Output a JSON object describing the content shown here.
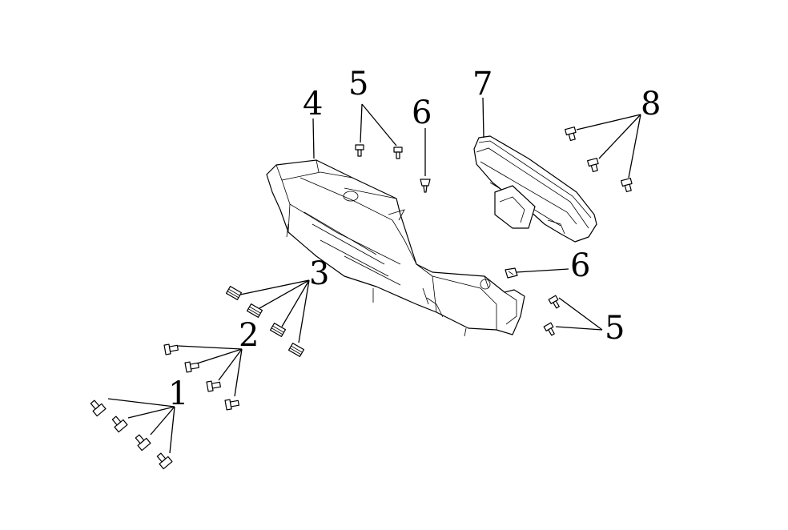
{
  "labels": {
    "l1": "1",
    "l2": "2",
    "l3": "3",
    "l4": "4",
    "l5a": "5",
    "l5b": "5",
    "l6a": "6",
    "l6b": "6",
    "l7": "7",
    "l8": "8"
  },
  "parts": [
    {
      "id": "1",
      "description": "bolt",
      "count": 4
    },
    {
      "id": "2",
      "description": "bolt",
      "count": 4
    },
    {
      "id": "3",
      "description": "clip",
      "count": 4
    },
    {
      "id": "4",
      "description": "upper fairing bracket"
    },
    {
      "id": "5",
      "description": "screw",
      "count": 4
    },
    {
      "id": "6",
      "description": "nut",
      "count": 2
    },
    {
      "id": "7",
      "description": "instrument cluster"
    },
    {
      "id": "8",
      "description": "screw",
      "count": 3
    }
  ]
}
